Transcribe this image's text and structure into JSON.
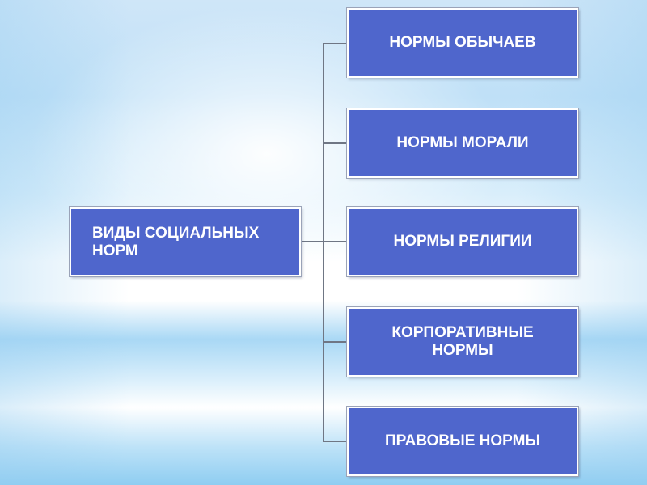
{
  "diagram": {
    "root": {
      "label": "ВИДЫ СОЦИАЛЬНЫХ НОРМ"
    },
    "children": [
      {
        "label": "НОРМЫ ОБЫЧАЕВ"
      },
      {
        "label": "НОРМЫ МОРАЛИ"
      },
      {
        "label": "НОРМЫ РЕЛИГИИ"
      },
      {
        "label": "КОРПОРАТИВНЫЕ НОРМЫ"
      },
      {
        "label": "ПРАВОВЫЕ НОРМЫ"
      }
    ],
    "colors": {
      "box_fill": "#4f66cc",
      "box_border": "#ffffff",
      "connector": "#6f7684",
      "text": "#ffffff"
    }
  }
}
